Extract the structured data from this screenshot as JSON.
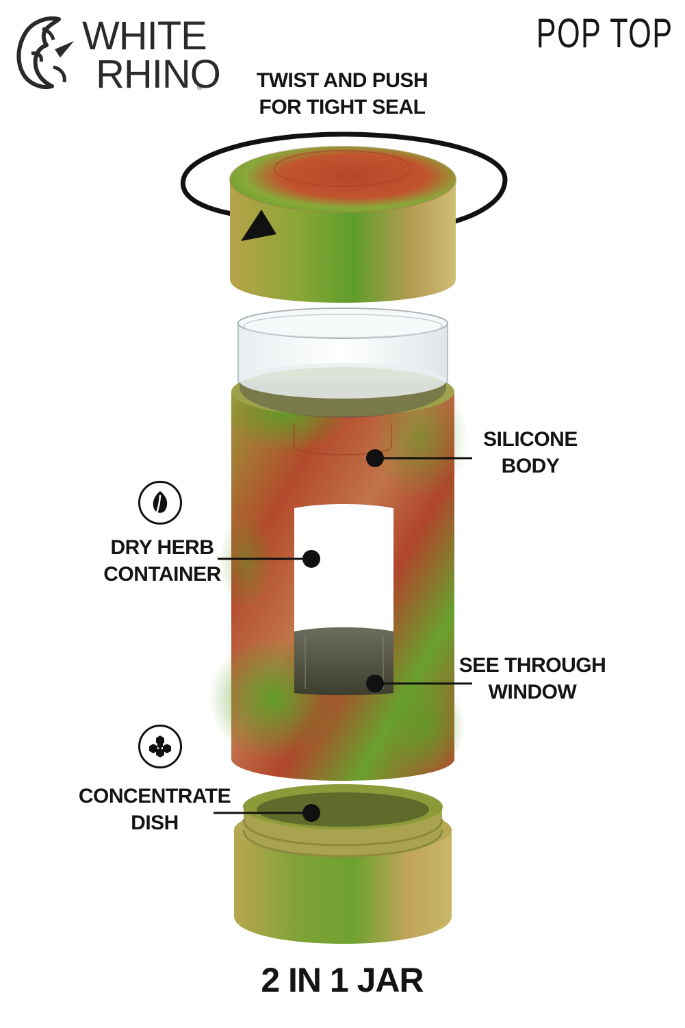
{
  "brand": {
    "line1": "WHITE",
    "line2": "RHINO",
    "mark": "®",
    "icon": "rhino-head-icon"
  },
  "product_name": "POP TOP",
  "instruction": {
    "line1": "TWIST AND PUSH",
    "line2": "FOR TIGHT SEAL"
  },
  "callouts": {
    "silicone_body": {
      "line1": "SILICONE",
      "line2": "BODY"
    },
    "dry_herb": {
      "line1": "DRY HERB",
      "line2": "CONTAINER",
      "icon": "leaf-icon"
    },
    "see_through": {
      "line1": "SEE THROUGH",
      "line2": "WINDOW"
    },
    "concentrate": {
      "line1": "CONCENTRATE",
      "line2": "DISH",
      "icon": "honeycomb-icon"
    }
  },
  "bottom_title": "2 IN 1 JAR",
  "colors": {
    "silicone_green": "#6aa52e",
    "silicone_red": "#b5452a",
    "silicone_yellow": "#c9b657",
    "ink": "#111111"
  }
}
